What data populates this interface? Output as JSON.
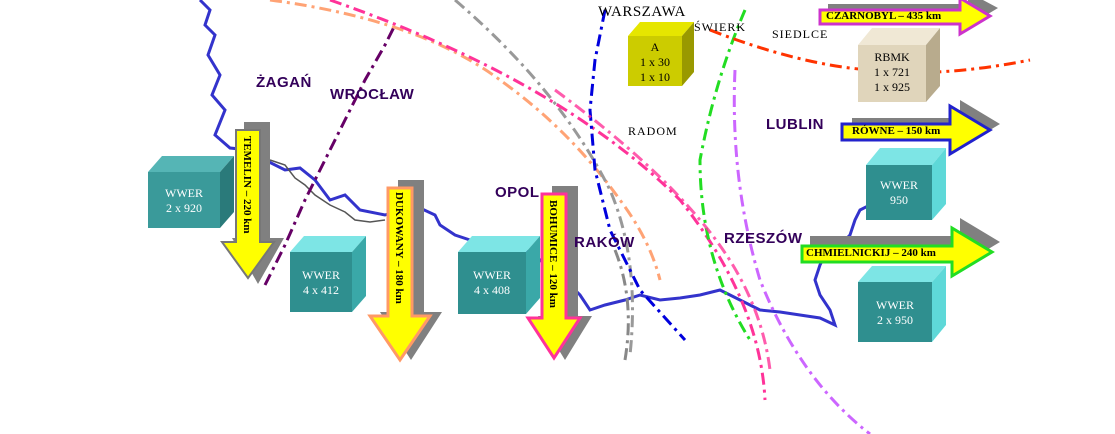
{
  "cities": {
    "warszawa": "WARSZAWA",
    "swierk": "ŚWIERK",
    "siedlce": "SIEDLCE",
    "zagan": "ŻAGAŃ",
    "wroclaw": "WROCŁAW",
    "radom": "RADOM",
    "lublin": "LUBLIN",
    "opole": "OPOL",
    "krakow": "RAKÓW",
    "rzeszow": "RZESZÓW"
  },
  "reactors": {
    "swierk": {
      "line1": "A",
      "line2": "1 x 30",
      "line3": "1 x 10"
    },
    "czarnobyl": {
      "line1": "RBMK",
      "line2": "1 x 721",
      "line3": "1 x 925"
    },
    "temelin": {
      "line1": "WWER",
      "line2": "2 x 920"
    },
    "dukovany": {
      "line1": "WWER",
      "line2": "4 x 412"
    },
    "bohunice": {
      "line1": "WWER",
      "line2": "4 x 408"
    },
    "rowne": {
      "line1": "WWER",
      "line2": "950"
    },
    "chmielnicki": {
      "line1": "WWER",
      "line2": "2 x 950"
    }
  },
  "arrows": {
    "czarnobyl": "CZARNOBYL – 435 km",
    "rowne": "RÓWNE – 150 km",
    "chmielnicki": "CHMIELNICKIJ – 240 km",
    "temelin": "TEMELIN – 220 km",
    "dukovany": "DUKOWANY – 180 km",
    "bohunice": "BOHUMICE – 120 km"
  },
  "colors": {
    "border": "#3333cc",
    "cube_teal": "#3a9a9a",
    "cube_cyan": "#5ed8d8",
    "cube_yellow": "#cccc00",
    "cube_beige": "#e0d5bb",
    "arrow_fill": "#ffff00",
    "arrow_shadow": "#808080"
  }
}
